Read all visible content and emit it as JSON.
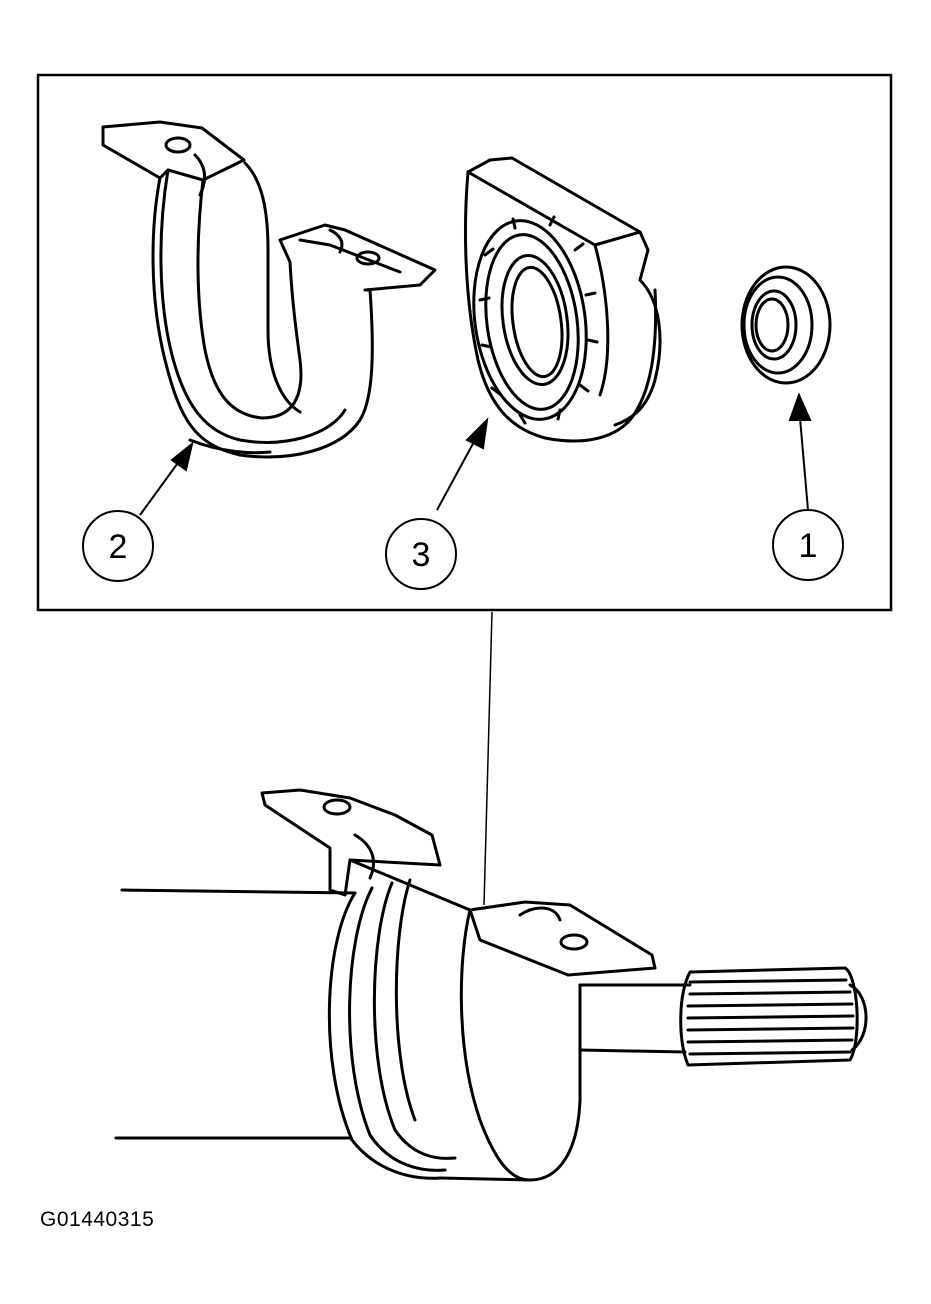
{
  "callouts": {
    "one": "1",
    "two": "2",
    "three": "3"
  },
  "figure_id": "G01440315",
  "colors": {
    "ink": "#000000",
    "paper": "#ffffff"
  }
}
